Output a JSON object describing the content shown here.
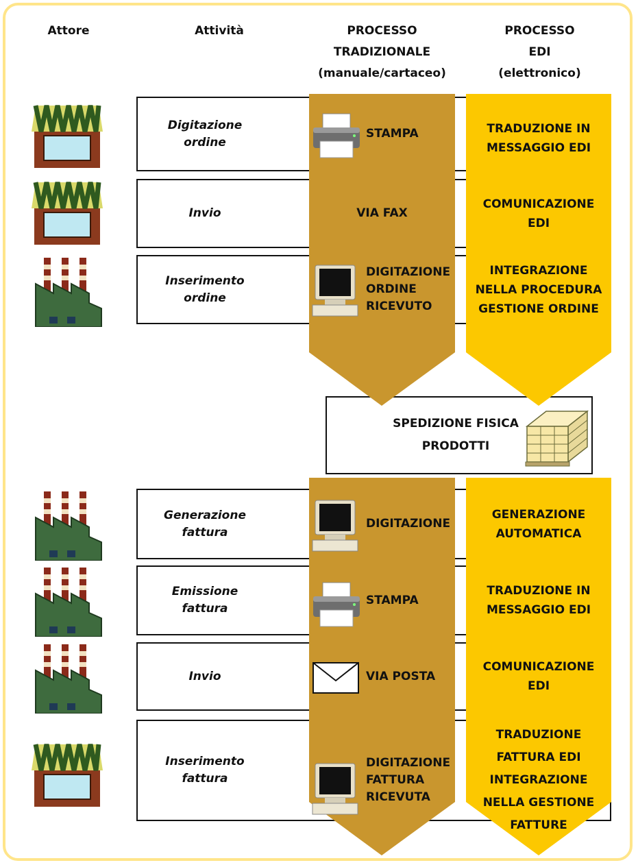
{
  "headers": {
    "actor": "Attore",
    "activity": "Attività",
    "traditional": "PROCESSO\nTRADIZIONALE\n(manuale/cartaceo)",
    "edi": "PROCESSO\nEDI\n(elettronico)"
  },
  "colors": {
    "traditional_band": "#c9962e",
    "edi_band": "#fcc800",
    "frame": "#ffe58a"
  },
  "group_order": [
    {
      "actor_icon": "shop-icon",
      "activity": "Digitazione\nordine",
      "traditional_icon": "printer-icon",
      "traditional": "STAMPA",
      "edi": "TRADUZIONE IN\nMESSAGGIO EDI"
    },
    {
      "actor_icon": "shop-icon",
      "activity": "Invio",
      "traditional_icon": "",
      "traditional": "VIA FAX",
      "edi": "COMUNICAZIONE\nEDI"
    },
    {
      "actor_icon": "factory-icon",
      "activity": "Inserimento\nordine",
      "traditional_icon": "computer-icon",
      "traditional": "DIGITAZIONE\nORDINE\nRICEVUTO",
      "edi": "INTEGRAZIONE\nNELLA PROCEDURA\nGESTIONE ORDINE"
    }
  ],
  "shipping": {
    "label": "SPEDIZIONE FISICA\nPRODOTTI",
    "icon": "pallet-boxes-icon"
  },
  "group_invoice": [
    {
      "actor_icon": "factory-icon",
      "activity": "Generazione\nfattura",
      "traditional_icon": "computer-icon",
      "traditional": "DIGITAZIONE",
      "edi": "GENERAZIONE\nAUTOMATICA"
    },
    {
      "actor_icon": "factory-icon",
      "activity": "Emissione\nfattura",
      "traditional_icon": "printer-icon",
      "traditional": "STAMPA",
      "edi": "TRADUZIONE IN\nMESSAGGIO EDI"
    },
    {
      "actor_icon": "factory-icon",
      "activity": "Invio",
      "traditional_icon": "envelope-icon",
      "traditional": "VIA POSTA",
      "edi": "COMUNICAZIONE\nEDI"
    },
    {
      "actor_icon": "shop-icon",
      "activity": "Inserimento\nfattura",
      "traditional_icon": "computer-icon",
      "traditional": "DIGITAZIONE\nFATTURA\nRICEVUTA",
      "edi": "TRADUZIONE\nFATTURA EDI\nINTEGRAZIONE\nNELLA GESTIONE\nFATTURE"
    }
  ]
}
